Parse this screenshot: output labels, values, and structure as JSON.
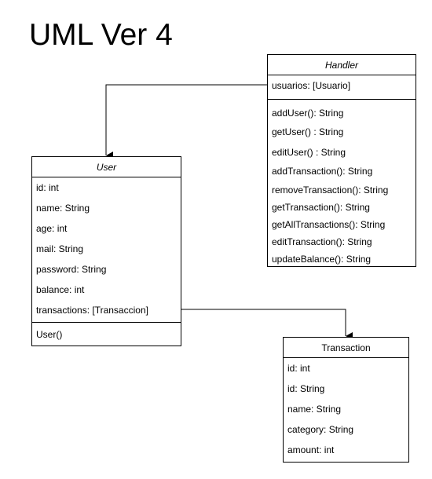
{
  "diagram": {
    "title": "UML Ver 4"
  },
  "classes": {
    "handler": {
      "name": "Handler",
      "attributes": [
        "usuarios: [Usuario]"
      ],
      "methods": [
        "addUser(): String",
        "getUser() : String",
        "editUser() : String",
        "addTransaction(): String",
        "removeTransaction(): String",
        "getTransaction(): String",
        "getAllTransactions(): String",
        "editTransaction(): String",
        "updateBalance(): String"
      ]
    },
    "user": {
      "name": "User",
      "attributes": [
        "id: int",
        "name: String",
        "age: int",
        "mail: String",
        "password: String",
        "balance: int",
        "transactions: [Transaccion]"
      ],
      "methods": [
        "User()"
      ]
    },
    "transaction": {
      "name": "Transaction",
      "attributes": [
        "id: int",
        "id: String",
        "name: String",
        "category: String",
        "amount: int"
      ],
      "methods": []
    }
  },
  "colors": {
    "line": "#000000",
    "background": "#ffffff",
    "text": "#000000"
  }
}
